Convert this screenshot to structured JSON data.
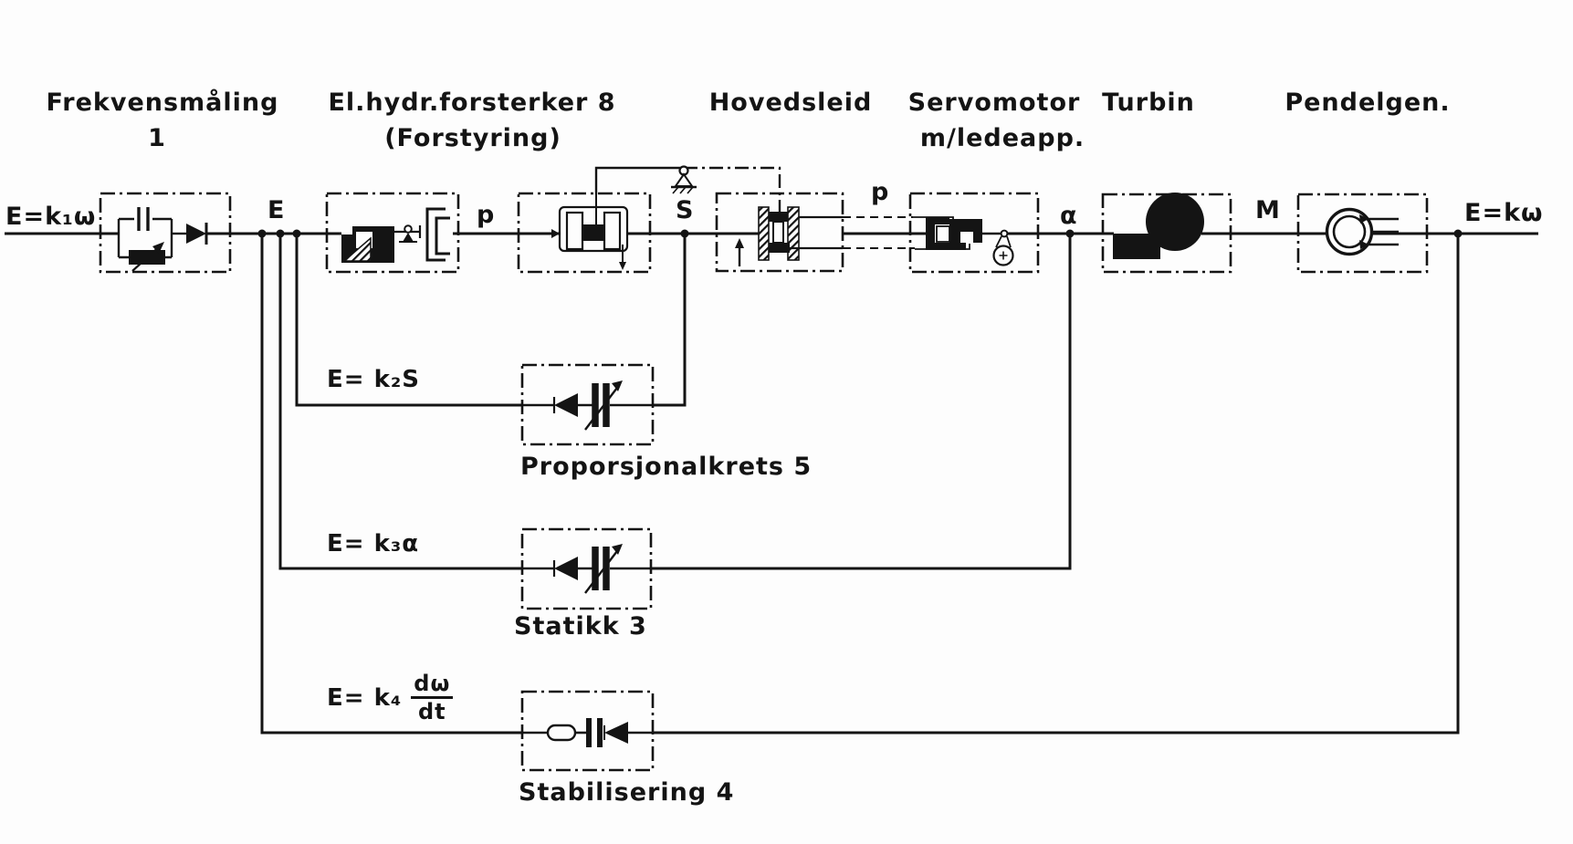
{
  "colors": {
    "ink": "#141414",
    "background": "#fdfdfd"
  },
  "headers": {
    "frekvensmaling": {
      "line1": "Frekvensmåling",
      "line2": "1"
    },
    "forsterker": {
      "line1": "El.hydr.forsterker 8",
      "line2": "(Forstyring)"
    },
    "hovedsleid": {
      "line1": "Hovedsleid"
    },
    "servomotor": {
      "line1": "Servomotor",
      "line2": "m/ledeapp."
    },
    "turbin": {
      "line1": "Turbin"
    },
    "pendelgen": {
      "line1": "Pendelgen."
    }
  },
  "signals": {
    "input": "E=k₁ω",
    "node_e": "E",
    "pressure_p": "p",
    "slide_s": "S",
    "pressure_p2": "p",
    "alpha": "α",
    "torque_m": "M",
    "output": "E=kω"
  },
  "feedback_loops": [
    {
      "equation": "E= k₂S",
      "name": "Proporsjonalkrets 5"
    },
    {
      "equation": "E= k₃α",
      "name": "Statikk 3"
    },
    {
      "equation_prefix": "E= k₄",
      "fraction_numerator": "dω",
      "fraction_denominator": "dt",
      "name": "Stabilisering 4"
    }
  ]
}
